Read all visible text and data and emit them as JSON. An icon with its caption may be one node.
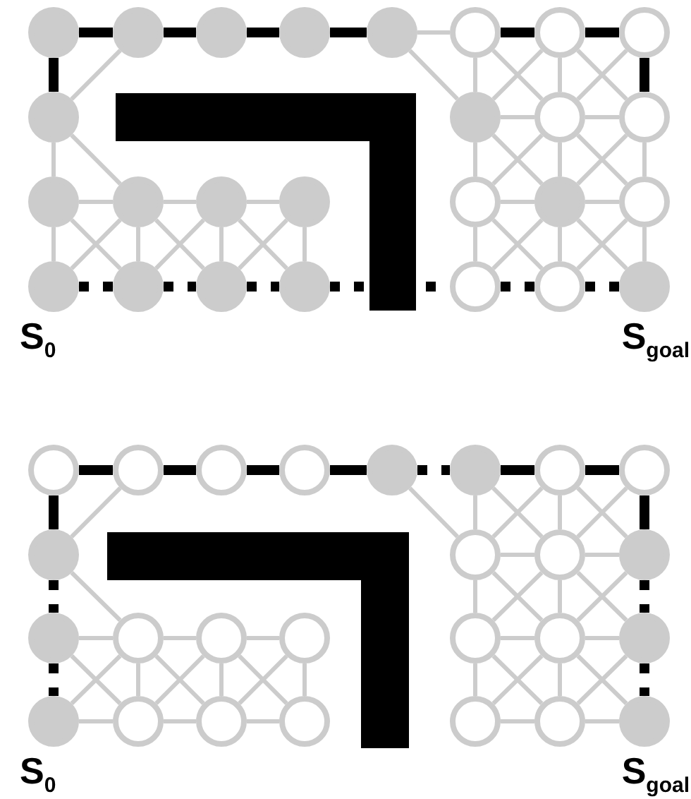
{
  "diagram": {
    "nodes": [
      {
        "text": [],
        "shape": "circle"
      },
      {
        "text": [],
        "shape": "circle"
      },
      {
        "text": [],
        "shape": "circle"
      },
      {
        "text": [],
        "shape": "circle"
      },
      {
        "text": [],
        "shape": "circle"
      },
      {
        "text": [],
        "shape": "circle"
      },
      {
        "text": [],
        "shape": "circle"
      },
      {
        "text": [],
        "shape": "circle"
      },
      {
        "text": [],
        "shape": "circle"
      },
      {
        "text": [],
        "shape": "circle"
      },
      {
        "text": [],
        "shape": "circle"
      },
      {
        "text": [],
        "shape": "circle"
      },
      {
        "text": [],
        "shape": "circle"
      },
      {
        "text": [],
        "shape": "circle"
      },
      {
        "text": [],
        "shape": "circle"
      },
      {
        "text": [],
        "shape": "circle"
      },
      {
        "text": [],
        "shape": "circle"
      },
      {
        "text": [],
        "shape": "circle"
      },
      {
        "text": [],
        "shape": "circle"
      },
      {
        "text": [],
        "shape": "circle",
        "beside": [
          "S$_{0}$"
        ]
      },
      {
        "text": [],
        "shape": "circle"
      },
      {
        "text": [],
        "shape": "circle"
      },
      {
        "text": [],
        "shape": "circle"
      },
      {
        "text": [],
        "shape": "circle"
      },
      {
        "text": [],
        "shape": "circle"
      },
      {
        "text": [],
        "shape": "circle",
        "beside": [
          "S$_{goal}$"
        ]
      },
      {
        "text": [],
        "shape": "circle"
      },
      {
        "text": [],
        "shape": "circle"
      },
      {
        "text": [],
        "shape": "circle"
      },
      {
        "text": [],
        "shape": "circle"
      },
      {
        "text": [],
        "shape": "circle"
      },
      {
        "text": [],
        "shape": "circle"
      },
      {
        "text": [],
        "shape": "circle"
      },
      {
        "text": [],
        "shape": "circle"
      },
      {
        "text": [],
        "shape": "circle"
      },
      {
        "text": [],
        "shape": "circle"
      },
      {
        "text": [],
        "shape": "circle"
      },
      {
        "text": [],
        "shape": "circle"
      },
      {
        "text": [],
        "shape": "circle"
      },
      {
        "text": [],
        "shape": "circle"
      },
      {
        "text": [],
        "shape": "circle"
      },
      {
        "text": [],
        "shape": "circle"
      },
      {
        "text": [],
        "shape": "circle"
      },
      {
        "text": [],
        "shape": "circle"
      },
      {
        "text": [],
        "shape": "circle"
      },
      {
        "text": [],
        "shape": "circle",
        "beside": [
          "S$_{0}$"
        ]
      },
      {
        "text": [],
        "shape": "circle"
      },
      {
        "text": [],
        "shape": "circle"
      },
      {
        "text": [],
        "shape": "circle"
      },
      {
        "text": [],
        "shape": "circle"
      },
      {
        "text": [],
        "shape": "circle"
      },
      {
        "text": [],
        "shape": "circle",
        "beside": [
          "S$_{goal}$"
        ]
      }
    ],
    "edges": [
      {
        "from": 0,
        "to": 1,
        "arrow": "none",
        "style": "thick",
        "color": "#000000"
      },
      {
        "from": 1,
        "to": 2,
        "arrow": "none",
        "style": "thick",
        "color": "#000000"
      },
      {
        "from": 2,
        "to": 3,
        "arrow": "none",
        "style": "thick",
        "color": "#000000"
      },
      {
        "from": 3,
        "to": 4,
        "arrow": "none",
        "style": "thick",
        "color": "#000000"
      },
      {
        "from": 4,
        "to": 5,
        "arrow": "none"
      },
      {
        "from": 5,
        "to": 6,
        "arrow": "none",
        "style": "thick",
        "color": "#000000"
      },
      {
        "from": 6,
        "to": 7,
        "arrow": "none",
        "style": "thick",
        "color": "#000000"
      },
      {
        "from": 0,
        "to": 8,
        "arrow": "none",
        "style": "thick",
        "color": "#000000"
      },
      {
        "from": 1,
        "to": 8,
        "arrow": "none"
      },
      {
        "from": 4,
        "to": 9,
        "arrow": "none"
      },
      {
        "from": 7,
        "to": 11,
        "arrow": "none",
        "style": "thick",
        "color": "#000000"
      },
      {
        "from": 5,
        "to": 9,
        "arrow": "none"
      },
      {
        "from": 9,
        "to": 16,
        "arrow": "none"
      },
      {
        "from": 16,
        "to": 23,
        "arrow": "none"
      },
      {
        "from": 6,
        "to": 10,
        "arrow": "none"
      },
      {
        "from": 10,
        "to": 17,
        "arrow": "none"
      },
      {
        "from": 17,
        "to": 24,
        "arrow": "none"
      },
      {
        "from": 11,
        "to": 18,
        "arrow": "none"
      },
      {
        "from": 18,
        "to": 25,
        "arrow": "none"
      },
      {
        "from": 9,
        "to": 10,
        "arrow": "none"
      },
      {
        "from": 10,
        "to": 11,
        "arrow": "none"
      },
      {
        "from": 16,
        "to": 17,
        "arrow": "none"
      },
      {
        "from": 17,
        "to": 18,
        "arrow": "none"
      },
      {
        "from": 23,
        "to": 24,
        "arrow": "none",
        "style": "dashed",
        "color": "#000000"
      },
      {
        "from": 24,
        "to": 25,
        "arrow": "none",
        "style": "dashed",
        "color": "#000000"
      },
      {
        "from": 5,
        "to": 10,
        "arrow": "none"
      },
      {
        "from": 6,
        "to": 9,
        "arrow": "none"
      },
      {
        "from": 6,
        "to": 11,
        "arrow": "none"
      },
      {
        "from": 7,
        "to": 10,
        "arrow": "none"
      },
      {
        "from": 9,
        "to": 17,
        "arrow": "none"
      },
      {
        "from": 10,
        "to": 16,
        "arrow": "none"
      },
      {
        "from": 10,
        "to": 18,
        "arrow": "none"
      },
      {
        "from": 11,
        "to": 17,
        "arrow": "none"
      },
      {
        "from": 16,
        "to": 24,
        "arrow": "none"
      },
      {
        "from": 17,
        "to": 23,
        "arrow": "none"
      },
      {
        "from": 17,
        "to": 25,
        "arrow": "none"
      },
      {
        "from": 18,
        "to": 24,
        "arrow": "none"
      },
      {
        "from": 8,
        "to": 12,
        "arrow": "none"
      },
      {
        "from": 8,
        "to": 13,
        "arrow": "none"
      },
      {
        "from": 12,
        "to": 13,
        "arrow": "none"
      },
      {
        "from": 13,
        "to": 14,
        "arrow": "none"
      },
      {
        "from": 14,
        "to": 15,
        "arrow": "none"
      },
      {
        "from": 19,
        "to": 20,
        "arrow": "none",
        "style": "dashed",
        "color": "#000000"
      },
      {
        "from": 20,
        "to": 21,
        "arrow": "none",
        "style": "dashed",
        "color": "#000000"
      },
      {
        "from": 21,
        "to": 22,
        "arrow": "none",
        "style": "dashed",
        "color": "#000000"
      },
      {
        "from": 22,
        "to": 23,
        "arrow": "none",
        "style": "dashed",
        "color": "#000000"
      },
      {
        "from": 12,
        "to": 19,
        "arrow": "none"
      },
      {
        "from": 13,
        "to": 20,
        "arrow": "none"
      },
      {
        "from": 14,
        "to": 21,
        "arrow": "none"
      },
      {
        "from": 15,
        "to": 22,
        "arrow": "none"
      },
      {
        "from": 12,
        "to": 20,
        "arrow": "none"
      },
      {
        "from": 13,
        "to": 19,
        "arrow": "none"
      },
      {
        "from": 13,
        "to": 21,
        "arrow": "none"
      },
      {
        "from": 14,
        "to": 20,
        "arrow": "none"
      },
      {
        "from": 14,
        "to": 22,
        "arrow": "none"
      },
      {
        "from": 15,
        "to": 21,
        "arrow": "none"
      },
      {
        "from": 26,
        "to": 27,
        "arrow": "none",
        "style": "thick",
        "color": "#000000"
      },
      {
        "from": 27,
        "to": 28,
        "arrow": "none",
        "style": "thick",
        "color": "#000000"
      },
      {
        "from": 28,
        "to": 29,
        "arrow": "none",
        "style": "thick",
        "color": "#000000"
      },
      {
        "from": 29,
        "to": 30,
        "arrow": "none",
        "style": "thick",
        "color": "#000000"
      },
      {
        "from": 30,
        "to": 31,
        "arrow": "none",
        "style": "dashed",
        "color": "#000000"
      },
      {
        "from": 31,
        "to": 32,
        "arrow": "none",
        "style": "thick",
        "color": "#000000"
      },
      {
        "from": 32,
        "to": 33,
        "arrow": "none",
        "style": "thick",
        "color": "#000000"
      },
      {
        "from": 26,
        "to": 34,
        "arrow": "none",
        "style": "thick",
        "color": "#000000"
      },
      {
        "from": 27,
        "to": 34,
        "arrow": "none"
      },
      {
        "from": 30,
        "to": 35,
        "arrow": "none"
      },
      {
        "from": 33,
        "to": 37,
        "arrow": "none",
        "style": "thick",
        "color": "#000000"
      },
      {
        "from": 31,
        "to": 35,
        "arrow": "none"
      },
      {
        "from": 35,
        "to": 42,
        "arrow": "none"
      },
      {
        "from": 42,
        "to": 49,
        "arrow": "none"
      },
      {
        "from": 32,
        "to": 36,
        "arrow": "none"
      },
      {
        "from": 36,
        "to": 43,
        "arrow": "none"
      },
      {
        "from": 43,
        "to": 50,
        "arrow": "none"
      },
      {
        "from": 37,
        "to": 44,
        "arrow": "none",
        "style": "dashed",
        "color": "#000000"
      },
      {
        "from": 44,
        "to": 51,
        "arrow": "none",
        "style": "dashed",
        "color": "#000000"
      },
      {
        "from": 35,
        "to": 36,
        "arrow": "none"
      },
      {
        "from": 36,
        "to": 37,
        "arrow": "none"
      },
      {
        "from": 42,
        "to": 43,
        "arrow": "none"
      },
      {
        "from": 43,
        "to": 44,
        "arrow": "none"
      },
      {
        "from": 49,
        "to": 50,
        "arrow": "none"
      },
      {
        "from": 50,
        "to": 51,
        "arrow": "none"
      },
      {
        "from": 31,
        "to": 36,
        "arrow": "none"
      },
      {
        "from": 32,
        "to": 35,
        "arrow": "none"
      },
      {
        "from": 32,
        "to": 37,
        "arrow": "none"
      },
      {
        "from": 33,
        "to": 36,
        "arrow": "none"
      },
      {
        "from": 35,
        "to": 43,
        "arrow": "none"
      },
      {
        "from": 36,
        "to": 42,
        "arrow": "none"
      },
      {
        "from": 36,
        "to": 44,
        "arrow": "none"
      },
      {
        "from": 37,
        "to": 43,
        "arrow": "none"
      },
      {
        "from": 42,
        "to": 50,
        "arrow": "none"
      },
      {
        "from": 43,
        "to": 49,
        "arrow": "none"
      },
      {
        "from": 43,
        "to": 51,
        "arrow": "none"
      },
      {
        "from": 44,
        "to": 50,
        "arrow": "none"
      },
      {
        "from": 34,
        "to": 38,
        "arrow": "none",
        "style": "dashed",
        "color": "#000000"
      },
      {
        "from": 34,
        "to": 39,
        "arrow": "none"
      },
      {
        "from": 38,
        "to": 39,
        "arrow": "none"
      },
      {
        "from": 39,
        "to": 40,
        "arrow": "none"
      },
      {
        "from": 40,
        "to": 41,
        "arrow": "none"
      },
      {
        "from": 45,
        "to": 46,
        "arrow": "none"
      },
      {
        "from": 46,
        "to": 47,
        "arrow": "none"
      },
      {
        "from": 47,
        "to": 48,
        "arrow": "none"
      },
      {
        "from": 38,
        "to": 45,
        "arrow": "none",
        "style": "dashed",
        "color": "#000000"
      },
      {
        "from": 39,
        "to": 46,
        "arrow": "none"
      },
      {
        "from": 40,
        "to": 47,
        "arrow": "none"
      },
      {
        "from": 41,
        "to": 48,
        "arrow": "none"
      },
      {
        "from": 38,
        "to": 46,
        "arrow": "none"
      },
      {
        "from": 39,
        "to": 45,
        "arrow": "none"
      },
      {
        "from": 39,
        "to": 47,
        "arrow": "none"
      },
      {
        "from": 40,
        "to": 46,
        "arrow": "none"
      },
      {
        "from": 40,
        "to": 48,
        "arrow": "none"
      },
      {
        "from": 41,
        "to": 47,
        "arrow": "none"
      }
    ]
  }
}
